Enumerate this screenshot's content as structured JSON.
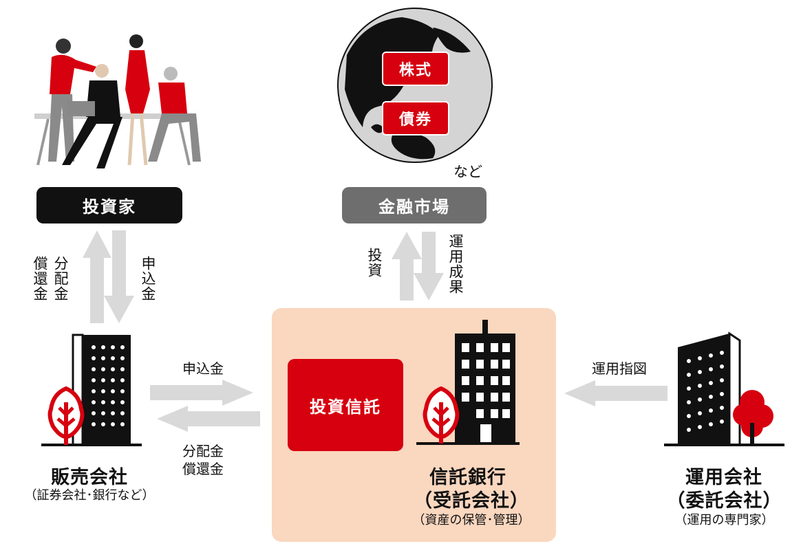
{
  "investor": {
    "label": "投資家"
  },
  "market": {
    "label": "金融市場",
    "items": [
      "株式",
      "債券"
    ],
    "etc": "など"
  },
  "flows": {
    "dividend": "分配金",
    "redemption": "償還金",
    "subscription": "申込金",
    "investment": "投資",
    "performance": "運用成果",
    "instruction": "運用指図",
    "sales_to_trust_top": "申込金",
    "trust_to_sales_1": "分配金",
    "trust_to_sales_2": "償還金"
  },
  "trust_box": {
    "fund": "投資信託"
  },
  "seller": {
    "name": "販売会社",
    "sub": "（証券会社･銀行など）"
  },
  "trust_bank": {
    "name": "信託銀行",
    "name2": "（受託会社）",
    "sub": "（資産の保管･管理）"
  },
  "manager": {
    "name": "運用会社",
    "name2": "（委託会社）",
    "sub": "（運用の専門家）"
  },
  "colors": {
    "red": "#d7000f",
    "gray_arrow": "#d9d9d9",
    "peach": "#fad7bf",
    "dark": "#111111",
    "market_gray": "#6e6e6e"
  }
}
